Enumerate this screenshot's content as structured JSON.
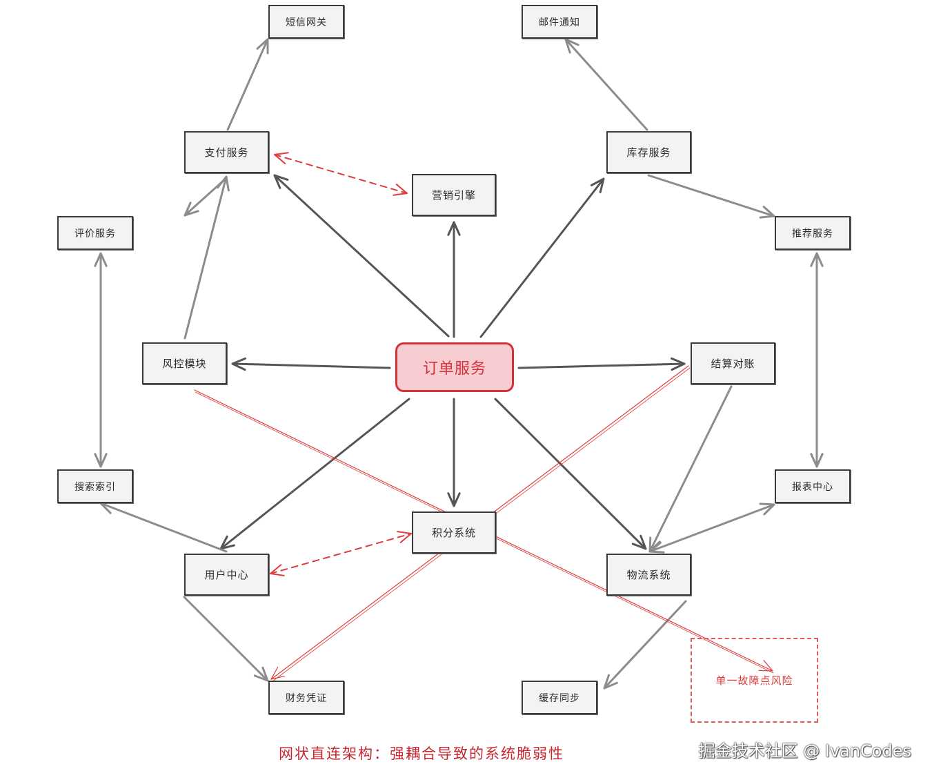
{
  "center": {
    "label": "订单服务"
  },
  "nodes": {
    "sms_gateway": "短信网关",
    "email_notify": "邮件通知",
    "payment": "支付服务",
    "marketing": "营销引擎",
    "inventory": "库存服务",
    "review": "评价服务",
    "recommend": "推荐服务",
    "risk": "风控模块",
    "settlement": "结算对账",
    "search": "搜索索引",
    "report": "报表中心",
    "points": "积分系统",
    "user_center": "用户中心",
    "logistics": "物流系统",
    "finance": "财务凭证",
    "cache_sync": "缓存同步"
  },
  "warning": {
    "label": "单一故障点风险"
  },
  "caption": "网状直连架构：强耦合导致的系统脆弱性",
  "watermark": "掘金技术社区 @ IvanCodes",
  "colors": {
    "primary_arrow": "#555555",
    "secondary_arrow": "#8c8c8c",
    "red": "#e03c3c",
    "center_fill": "#f8cdd1"
  }
}
